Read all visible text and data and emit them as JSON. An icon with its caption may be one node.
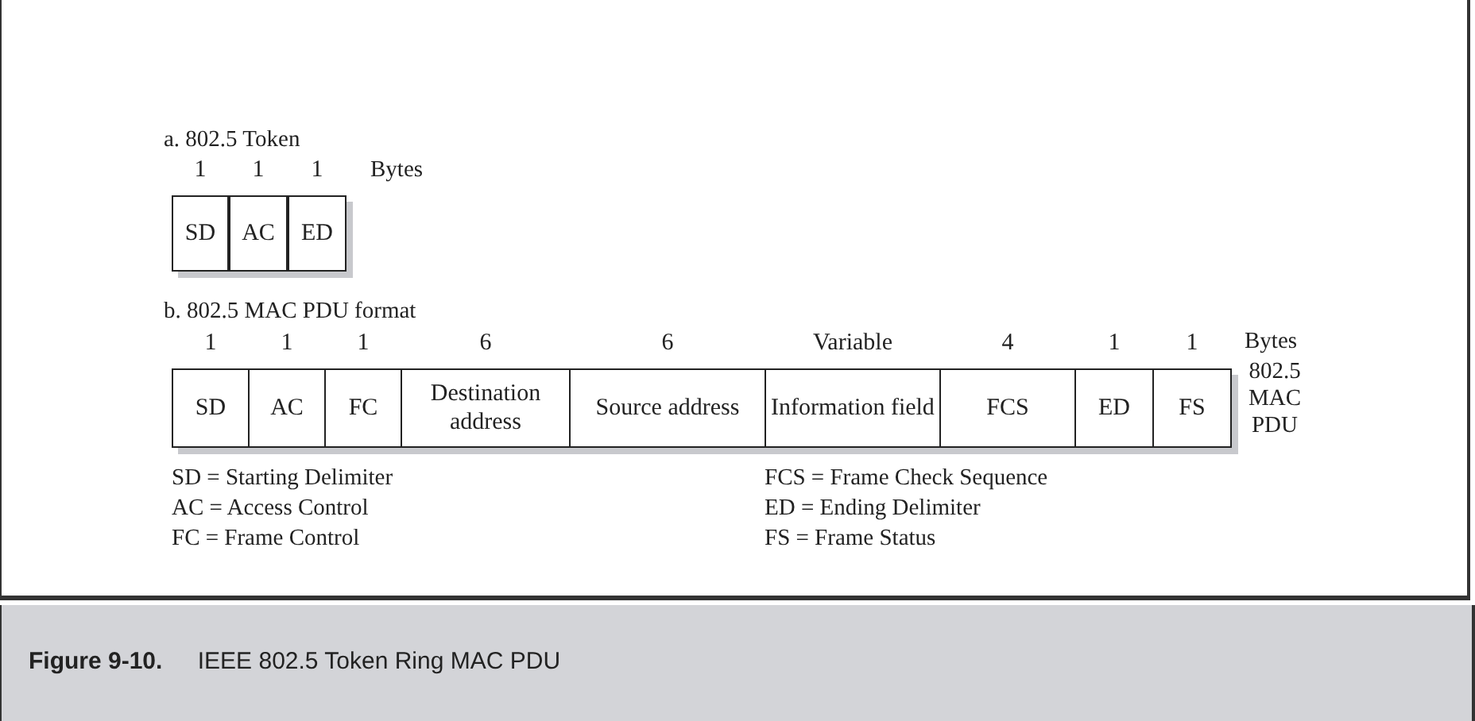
{
  "diagram": {
    "caption": "**Figure 9-10.** IEEE 802.5 Token Ring MAC PDU",
    "nodes": [
      {
        "text": [
          "SD"
        ],
        "beside": [
          "1"
        ]
      },
      {
        "text": [
          "AC"
        ],
        "beside": [
          "1"
        ]
      },
      {
        "text": [
          "ED"
        ],
        "beside": [
          "1"
        ]
      },
      {
        "text": [
          "SD"
        ],
        "beside": [
          "1"
        ]
      },
      {
        "text": [
          "AC"
        ],
        "beside": [
          "1"
        ]
      },
      {
        "text": [
          "FC"
        ],
        "beside": [
          "1"
        ]
      },
      {
        "text": [
          "Destination address"
        ],
        "beside": [
          "6"
        ]
      },
      {
        "text": [
          "Source address"
        ],
        "beside": [
          "6"
        ]
      },
      {
        "text": [
          "Information field"
        ],
        "beside": [
          "Variable"
        ]
      },
      {
        "text": [
          "FCS"
        ],
        "beside": [
          "4"
        ]
      },
      {
        "text": [
          "ED"
        ],
        "beside": [
          "1"
        ]
      },
      {
        "text": [
          "FS"
        ],
        "beside": [
          "1"
        ]
      }
    ],
    "labels": [
      "a. 802.5 Token",
      "Bytes",
      "b. 802.5 MAC PDU format",
      "Bytes",
      "802.5 MAC PDU",
      "SD = Starting Delimiter",
      "FCS = Frame Check Sequence",
      "AC = Access Control",
      "ED = Ending Delimiter",
      "FC = Frame Control",
      "FS = Frame Status"
    ]
  }
}
